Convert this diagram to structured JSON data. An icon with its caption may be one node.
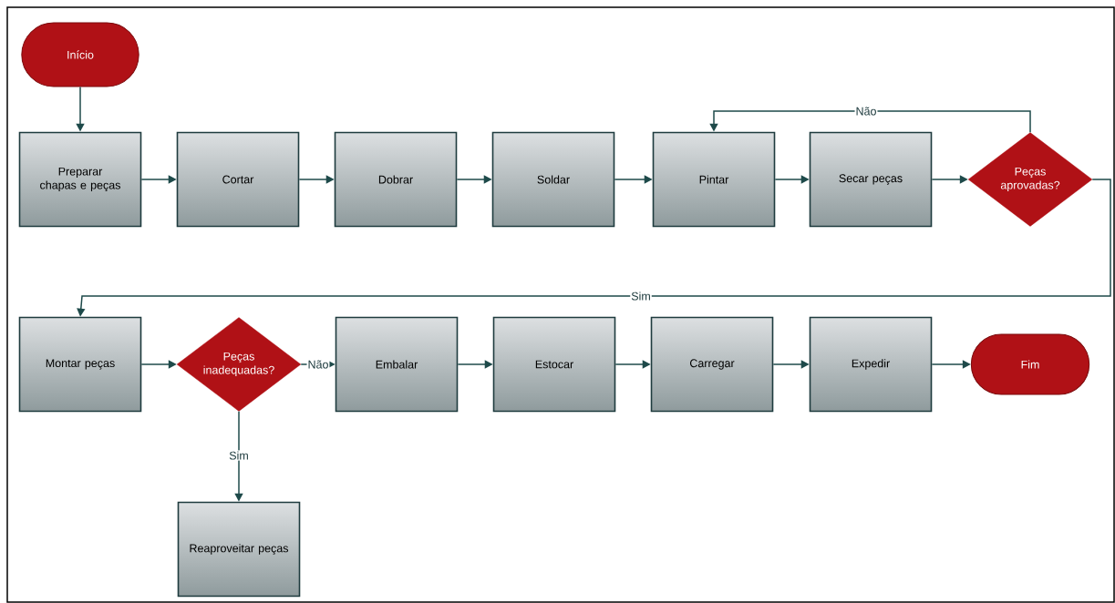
{
  "diagram": {
    "nodes": [
      {
        "text": [
          "Início"
        ]
      },
      {
        "text": [
          "Preparar chapas e peças"
        ]
      },
      {
        "text": [
          "Cortar"
        ]
      },
      {
        "text": [
          "Dobrar"
        ]
      },
      {
        "text": [
          "Soldar"
        ]
      },
      {
        "text": [
          "Pintar"
        ]
      },
      {
        "text": [
          "Secar peças"
        ]
      },
      {
        "text": [
          "Peças aprovadas?"
        ]
      },
      {
        "text": [
          "Montar peças"
        ]
      },
      {
        "text": [
          "Peças inadequadas?"
        ]
      },
      {
        "text": [
          "Embalar"
        ]
      },
      {
        "text": [
          "Estocar"
        ]
      },
      {
        "text": [
          "Carregar"
        ]
      },
      {
        "text": [
          "Expedir"
        ]
      },
      {
        "text": [
          "Fim"
        ]
      },
      {
        "text": [
          "Reaproveitar peças"
        ]
      }
    ],
    "edges": [
      {
        "from": 0,
        "to": 1,
        "arrow": "to"
      },
      {
        "from": 1,
        "to": 2,
        "arrow": "to"
      },
      {
        "from": 2,
        "to": 3,
        "arrow": "to"
      },
      {
        "from": 3,
        "to": 4,
        "arrow": "to"
      },
      {
        "from": 4,
        "to": 5,
        "arrow": "to"
      },
      {
        "from": 5,
        "to": 6,
        "arrow": "to"
      },
      {
        "from": 6,
        "to": 7,
        "arrow": "to"
      },
      {
        "from": 7,
        "to": 5,
        "arrow": "to",
        "label": "Não"
      },
      {
        "from": 7,
        "to": 8,
        "arrow": "to",
        "label": "Sim"
      },
      {
        "from": 8,
        "to": 9,
        "arrow": "to"
      },
      {
        "from": 9,
        "to": 10,
        "arrow": "to",
        "label": "Não"
      },
      {
        "from": 9,
        "to": 15,
        "arrow": "to",
        "label": "Sim"
      },
      {
        "from": 10,
        "to": 11,
        "arrow": "to"
      },
      {
        "from": 11,
        "to": 12,
        "arrow": "to"
      },
      {
        "from": 12,
        "to": 13,
        "arrow": "to"
      },
      {
        "from": 13,
        "to": 14,
        "arrow": "to"
      }
    ]
  }
}
